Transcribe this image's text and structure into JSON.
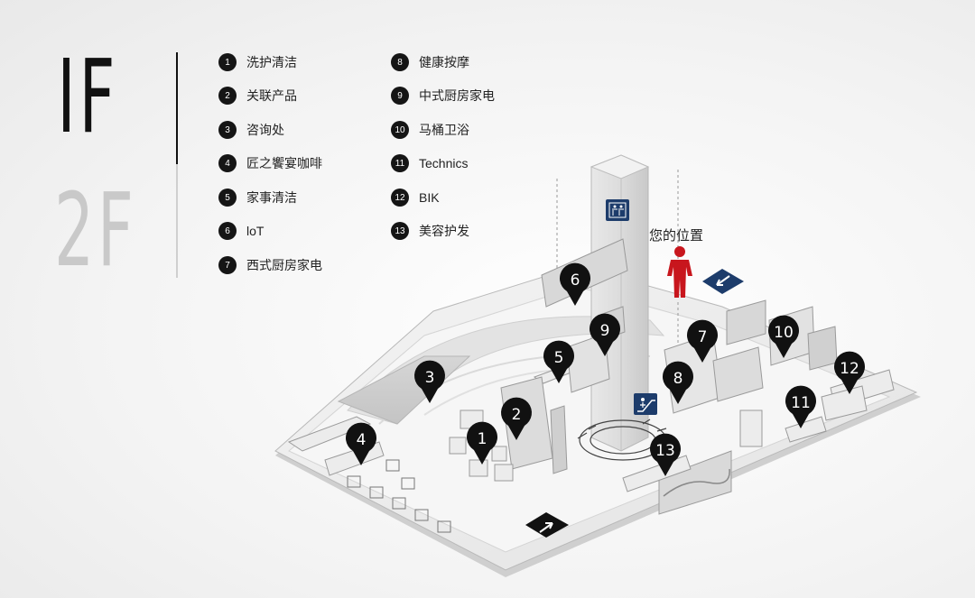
{
  "floors": [
    {
      "label": "IF",
      "active": true
    },
    {
      "label": "2F",
      "active": false
    }
  ],
  "legend": [
    {
      "num": "1",
      "label": "洗护清洁"
    },
    {
      "num": "2",
      "label": "关联产品"
    },
    {
      "num": "3",
      "label": "咨询处"
    },
    {
      "num": "4",
      "label": "匠之饗宴咖啡"
    },
    {
      "num": "5",
      "label": "家事清洁"
    },
    {
      "num": "6",
      "label": "loT"
    },
    {
      "num": "7",
      "label": "西式厨房家电"
    },
    {
      "num": "8",
      "label": "健康按摩"
    },
    {
      "num": "9",
      "label": "中式厨房家电"
    },
    {
      "num": "10",
      "label": "马桶卫浴"
    },
    {
      "num": "11",
      "label": "Technics"
    },
    {
      "num": "12",
      "label": "BIK"
    },
    {
      "num": "13",
      "label": "美容护发"
    }
  ],
  "you_are_here": "您的位置",
  "pins": [
    "1",
    "2",
    "3",
    "4",
    "5",
    "6",
    "7",
    "8",
    "9",
    "10",
    "11",
    "12",
    "13"
  ],
  "icons": {
    "elevator": "elevator-icon",
    "escalator": "escalator-icon",
    "person": "person-icon",
    "arrow": "arrow-icon",
    "entrance": "entrance-arrow-icon"
  },
  "colors": {
    "pin": "#111111",
    "person": "#c8161d",
    "sign": "#1d3c6b"
  }
}
